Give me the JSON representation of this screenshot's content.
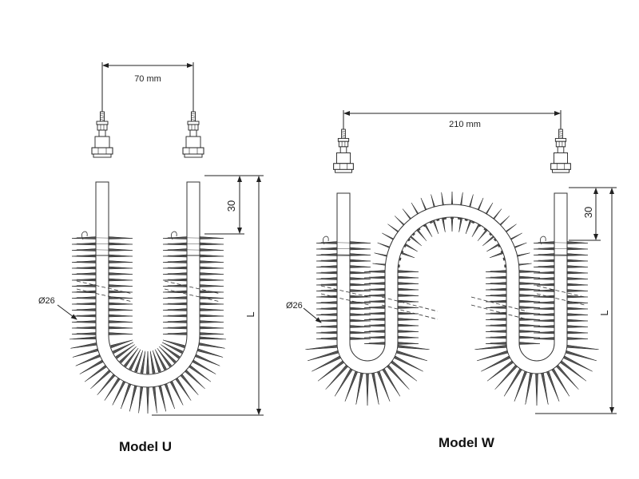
{
  "model_u": {
    "title": "Model U",
    "spacing_label": "70 mm",
    "depth_label": "30",
    "length_label": "L",
    "diameter_label": "Ø26"
  },
  "model_w": {
    "title": "Model W",
    "spacing_label": "210 mm",
    "depth_label": "30",
    "length_label": "L",
    "diameter_label": "Ø26"
  },
  "colors": {
    "ink": "#222222",
    "fin": "#555555",
    "background": "#ffffff"
  }
}
